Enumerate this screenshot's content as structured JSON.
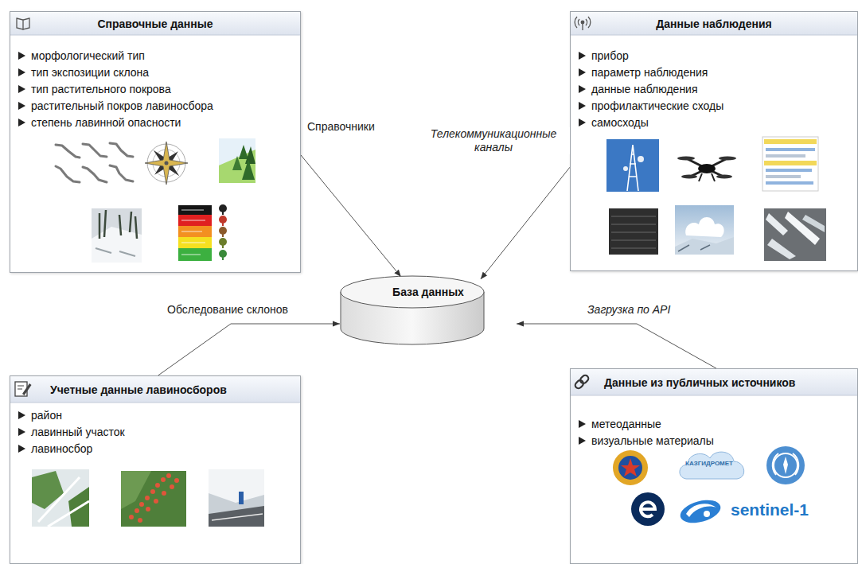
{
  "diagram": {
    "nodes": [
      {
        "text": [
          "Справочные данные",
          "морфологический тип",
          "тип экспозиции склона",
          "тип растительного покрова",
          "растительный покров лавиносбора",
          "степень лавинной опасности"
        ]
      },
      {
        "text": [
          "Данные наблюдения",
          "прибор",
          "параметр наблюдения",
          "данные наблюдения",
          "профилактические сходы",
          "самосходы"
        ]
      },
      {
        "text": [
          "База данных"
        ]
      },
      {
        "text": [
          "Учетные данные лавиносборов",
          "район",
          "лавинный участок",
          "лавиносбор"
        ]
      },
      {
        "text": [
          "Данные из публичных источников",
          "метеоданные",
          "визуальные материалы"
        ]
      }
    ],
    "edges": [
      {
        "from": 0,
        "to": 2,
        "label": "Справочники",
        "arrow": "to"
      },
      {
        "from": 1,
        "to": 2,
        "label": "Телекоммуникационные каналы",
        "arrow": "to"
      },
      {
        "from": 3,
        "to": 2,
        "label": "Обследование склонов",
        "arrow": "to"
      },
      {
        "from": 4,
        "to": 2,
        "label": "Загрузка по API",
        "arrow": "to"
      }
    ],
    "labels": [
      "КАЗГИДРОМЕТ",
      "sentinel-1"
    ]
  }
}
